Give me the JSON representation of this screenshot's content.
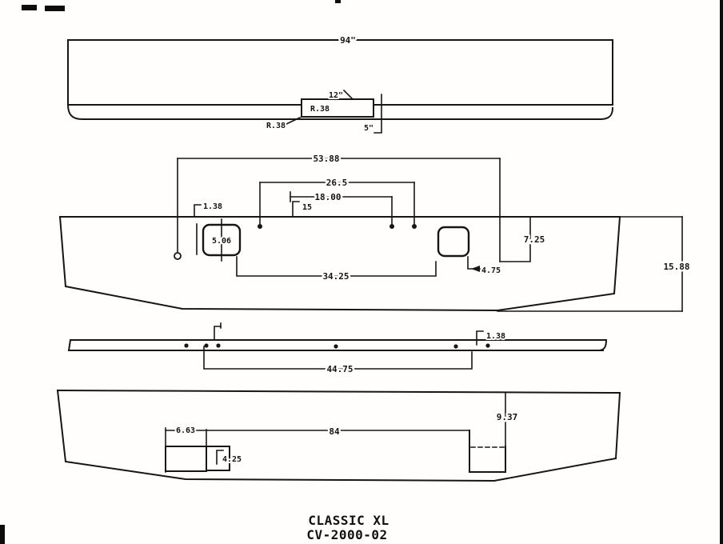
{
  "title_block": {
    "model": "CLASSIC XL",
    "part_number": "CV-2000-02"
  },
  "labels": {
    "v1_width": "94\"",
    "v1_plate_width": "12\"",
    "v1_radius_inner": "R.38",
    "v1_radius_outer": "R.38",
    "v1_plate_offset": "5\"",
    "v2_bolt_span": "53.88",
    "v2_span_26_5": "26.5",
    "v2_span_18": "18.00",
    "v2_offset_1_38": "1.38",
    "v2_offset_15": "15",
    "v2_hole_5_06": "5.06",
    "v2_depth_7_25": "7.25",
    "v2_height_15_88": "15.88",
    "v2_offset_4_75": "4.75",
    "v2_span_34_25": "34.25",
    "v3_offset_1_38": "1.38",
    "v3_span_44_75": "44.75",
    "v4_offset_6_63": "6.63",
    "v4_span_84": "84",
    "v4_depth_9_37": "9.37",
    "v4_height_4_25": "4.25"
  }
}
